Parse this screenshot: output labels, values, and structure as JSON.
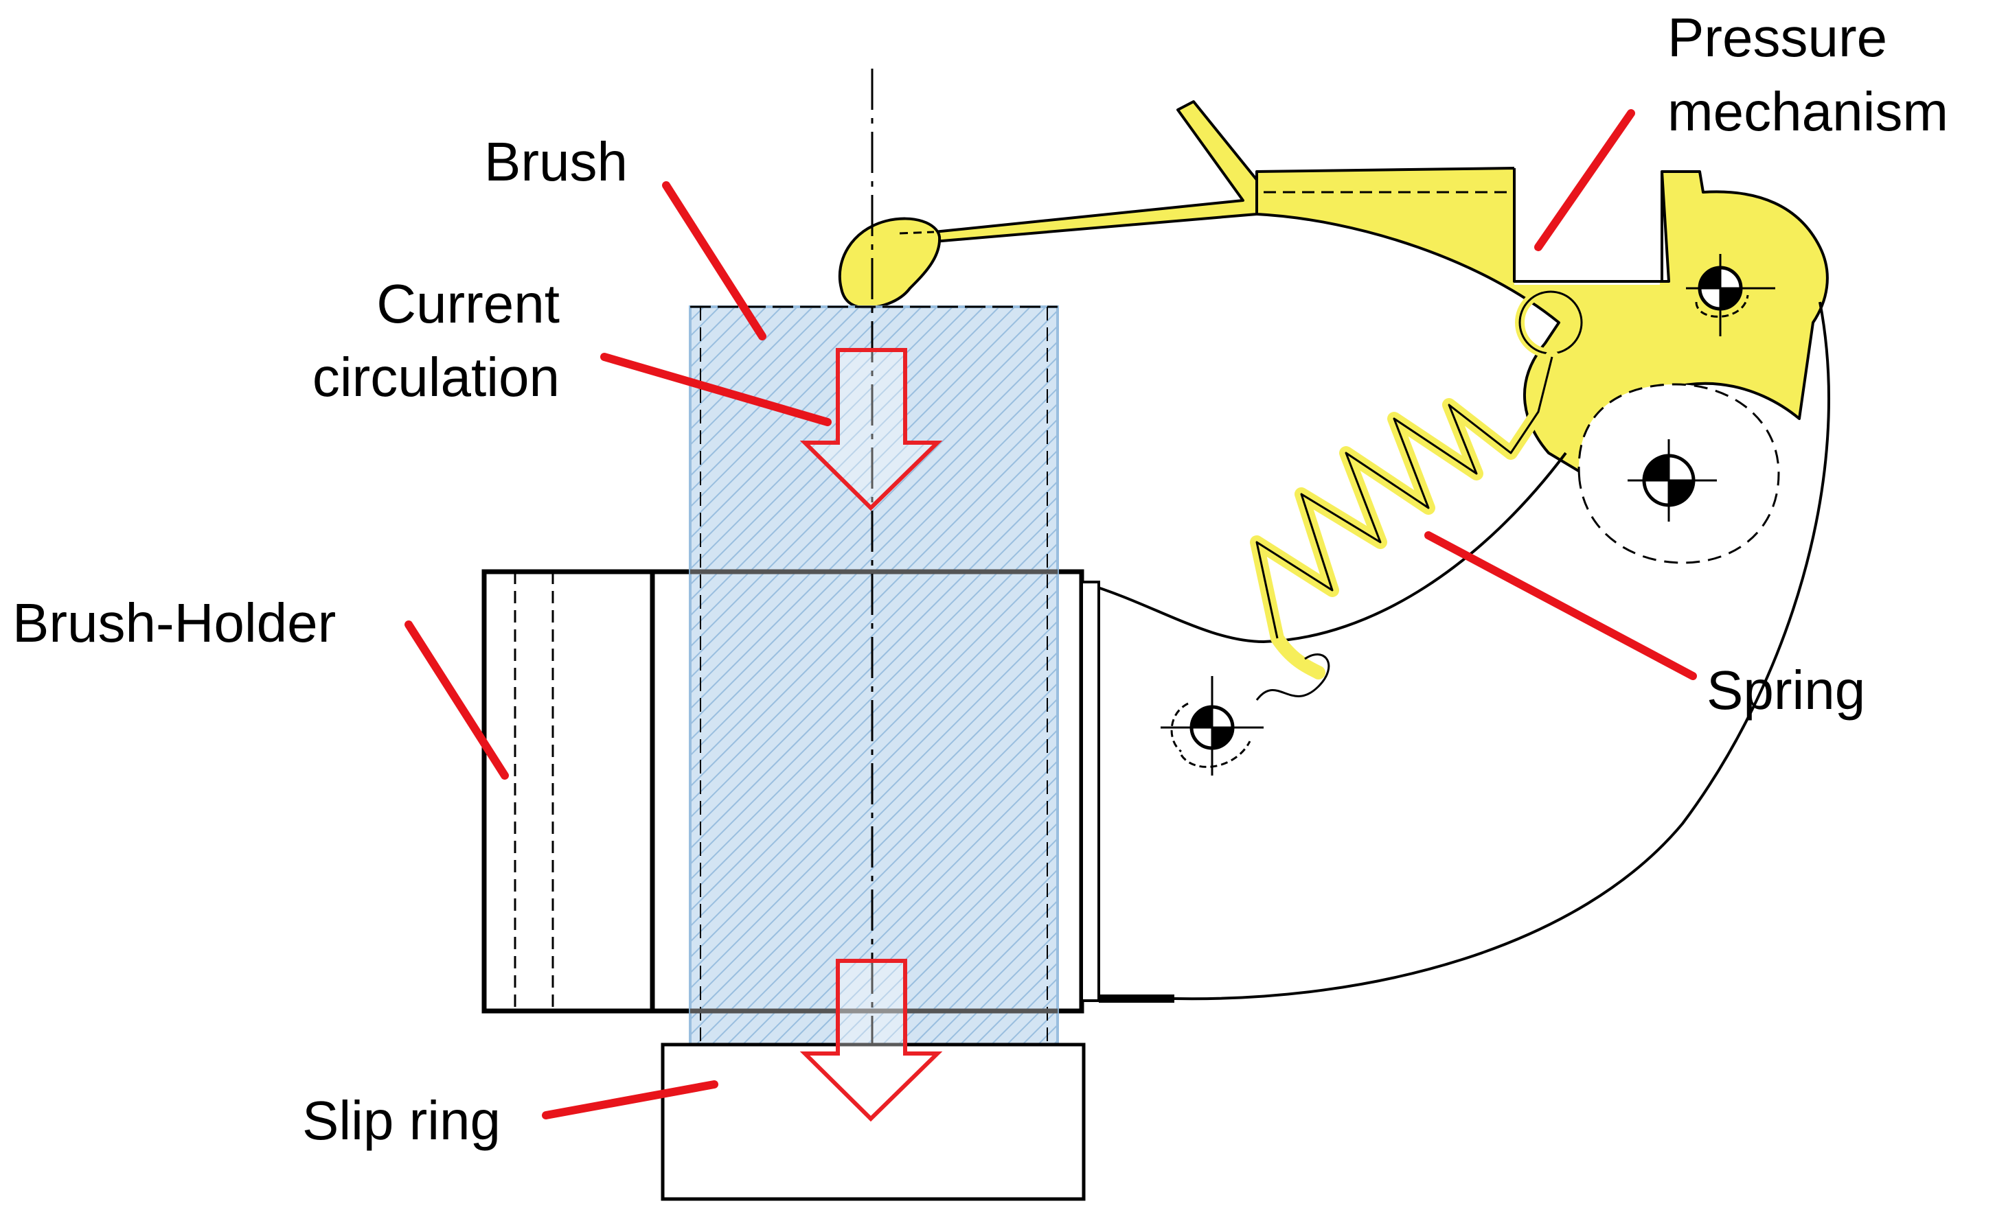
{
  "labels": {
    "brush": "Brush",
    "current_circulation_line1": "Current",
    "current_circulation_line2": "circulation",
    "pressure_mechanism_line1": "Pressure",
    "pressure_mechanism_line2": "mechanism",
    "brush_holder": "Brush-Holder",
    "spring": "Spring",
    "slip_ring": "Slip ring"
  },
  "colors": {
    "brush_fill": "#cfe2f2",
    "brush_hatch": "#8fb8dc",
    "mechanism_yellow": "#f6ee5a",
    "leader_red": "#e8141b",
    "arrow_red": "#ea2025",
    "outline": "#000000"
  }
}
